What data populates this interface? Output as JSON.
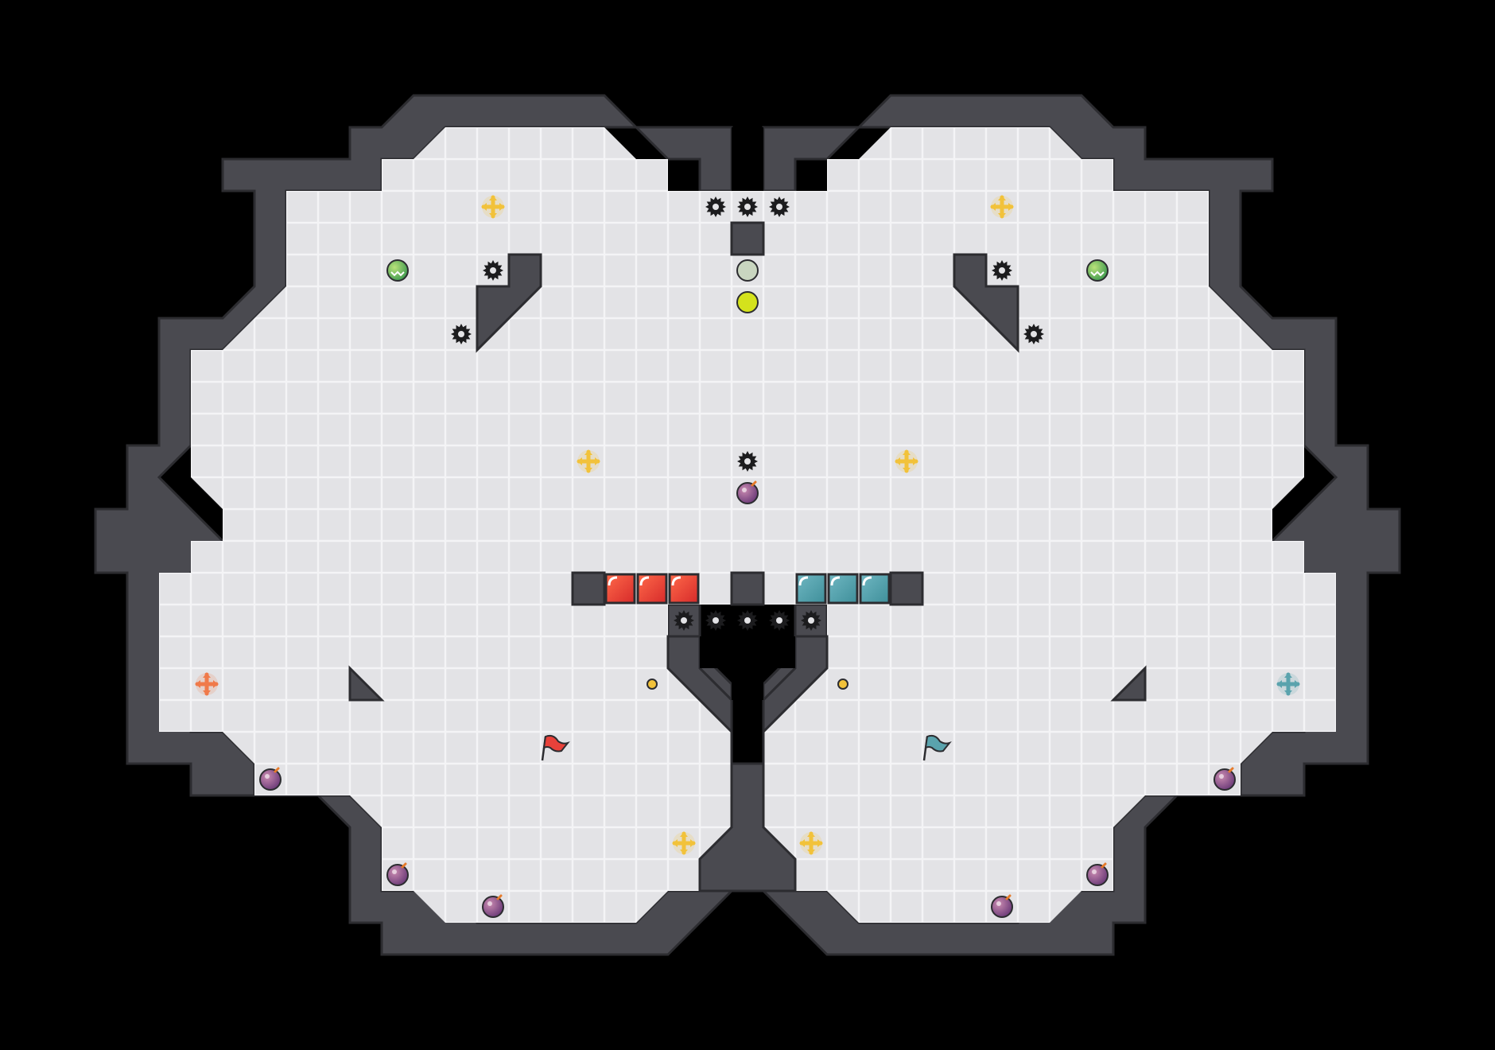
{
  "game": {
    "name": "",
    "colors": {
      "background": "#000000",
      "floor": "#e2e2e5",
      "grid": "#ffffff",
      "wall": "#4a4a50",
      "wall_outline": "#2c2c30",
      "red_team": "#e8413a",
      "blue_team": "#5aa3ad",
      "spike": "#1c1c1e",
      "boost": "#f2c23a",
      "bomb": "#8a4a8f",
      "neutral_orb": "#c9d6c0",
      "active_orb": "#d4e21c",
      "powerup": "#5fbf6a",
      "tagpro": "#5fbf6a"
    },
    "legend": {
      "spike_icon": "spike",
      "boost_icon": "neutral-boost",
      "red_boost_icon": "red-boost",
      "blue_boost_icon": "blue-boost",
      "bomb_icon": "bomb",
      "powerup_icon": "powerup",
      "red_flag_icon": "red-flag",
      "blue_flag_icon": "blue-flag",
      "portal_icon": "portal",
      "button_icon": "button",
      "gate_red_icon": "red-gate-tile",
      "gate_blue_icon": "blue-gate-tile"
    }
  }
}
